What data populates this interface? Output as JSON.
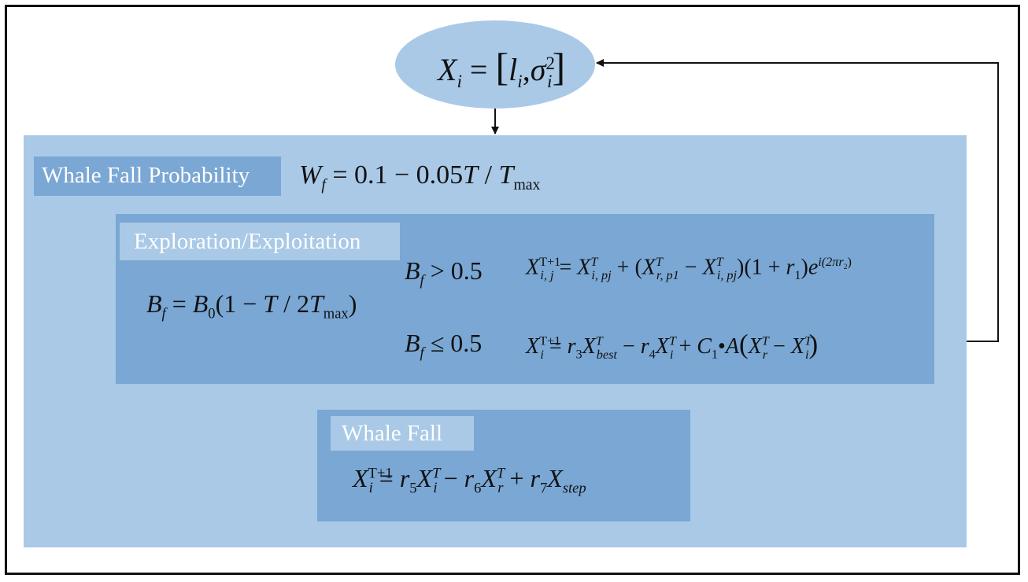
{
  "ellipse_eq": {
    "lhs": "X",
    "lhs_sub": "i",
    "eq": "=",
    "l": "l",
    "l_sub": "i",
    "sigma": "σ",
    "sigma_sub": "i",
    "sigma_sup": "2"
  },
  "whale_fall_probability": {
    "label": "Whale Fall Probability",
    "eq": {
      "w": "W",
      "w_sub": "f",
      "rhs": "= 0.1 − 0.05",
      "t": "T",
      "slash": " / ",
      "tmax": "T",
      "tmax_sub": "max"
    }
  },
  "exploration": {
    "label": "Exploration/Exploitation",
    "bf_eq": {
      "b": "B",
      "b_sub": "f",
      "eq": " = ",
      "b0": "B",
      "b0_sub": "0",
      "rhs1": "(1 − ",
      "t": "T",
      "rhs2": " / 2",
      "tmax": "T",
      "tmax_sub": "max",
      "close": ")"
    },
    "cond1": {
      "b": "B",
      "b_sub": "f",
      "op": " > 0.5"
    },
    "cond2": {
      "b": "B",
      "b_sub": "f",
      "op": " ≤ 0.5"
    },
    "update1": {
      "x": "X",
      "x_sup": "T+1",
      "x_sub": "i, j",
      "eq": " = ",
      "x2": "X",
      "x2_sup": "T",
      "x2_sub": "i, pj",
      "plus": " + (",
      "x3": "X",
      "x3_sup": "T",
      "x3_sub": "r, p1",
      "minus": " − ",
      "x4": "X",
      "x4_sup": "T",
      "x4_sub": "i, pj",
      "close": ")(1 + ",
      "r": "r",
      "r_sub": "1",
      "close2": ")",
      "e": "e",
      "e_sup": "i(2πr",
      "e_sup_sub": "2",
      "e_sup_close": ")"
    },
    "update2": {
      "x": "X",
      "x_sup": "T+1",
      "x_sub": "i",
      "eq": " = ",
      "r3": "r",
      "r3_sub": "3",
      "xb": "X",
      "xb_sup": "T",
      "xb_sub": "best",
      "minus": " − ",
      "r4": "r",
      "r4_sub": "4",
      "xi": "X",
      "xi_sup": "T",
      "xi_sub": "i",
      "plus": " + ",
      "c": "C",
      "c_sub": "1",
      "dot": "•",
      "a": "A",
      "open": "(",
      "xr": "X",
      "xr_sup": "T",
      "xr_sub": "r",
      "minus2": " − ",
      "xi2": "X",
      "xi2_sup": "T",
      "xi2_sub": "i",
      "close": ")"
    }
  },
  "whale_fall": {
    "label": "Whale Fall",
    "eq": {
      "x": "X",
      "x_sup": "T+1",
      "x_sub": "i",
      "eq": " = ",
      "r5": "r",
      "r5_sub": "5",
      "xi": "X",
      "xi_sup": "T",
      "xi_sub": "i",
      "minus": " − ",
      "r6": "r",
      "r6_sub": "6",
      "xr": "X",
      "xr_sup": "T",
      "xr_sub": "r",
      "plus": " + ",
      "r7": "r",
      "r7_sub": "7",
      "xs": "X",
      "xs_sub": "step"
    }
  }
}
